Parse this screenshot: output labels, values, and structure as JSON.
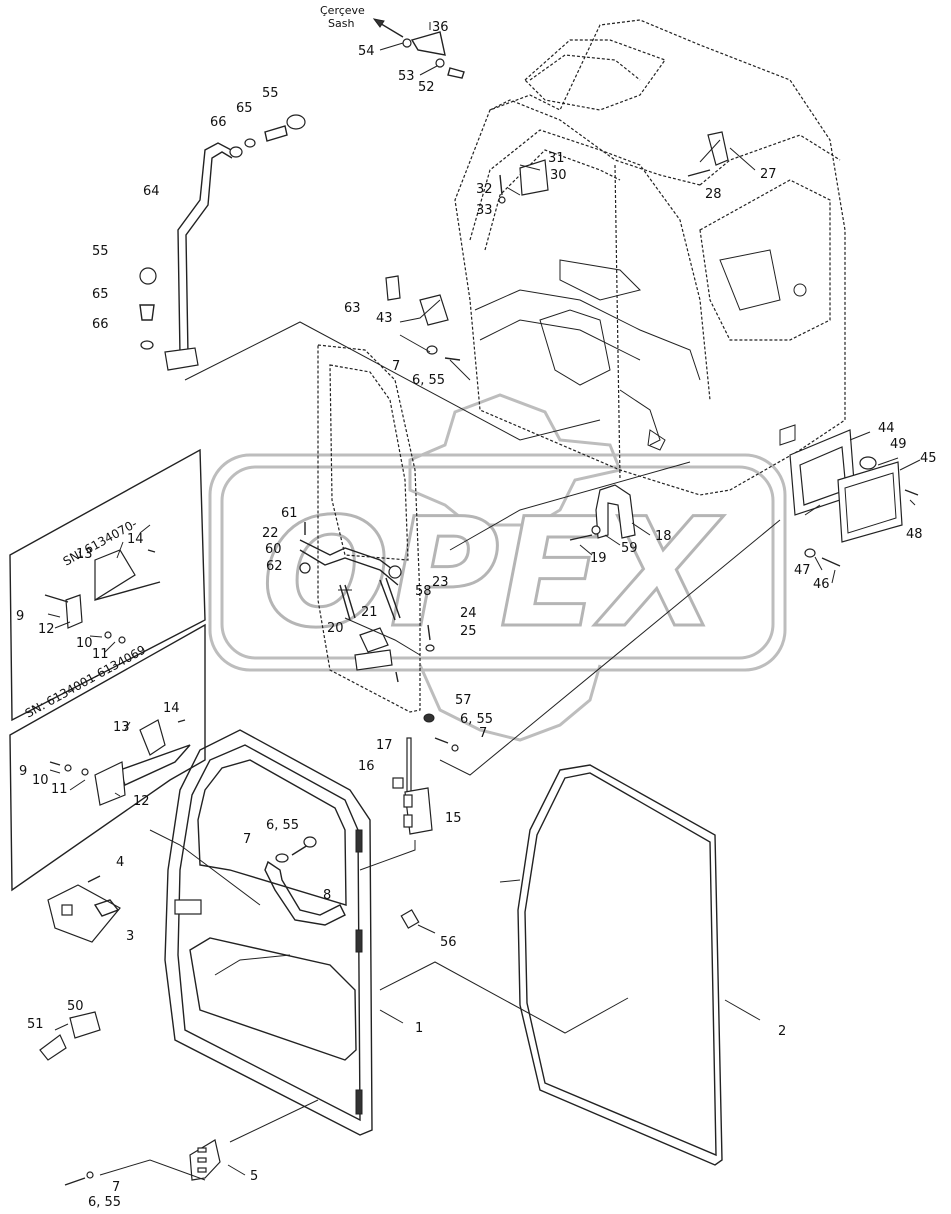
{
  "watermark": {
    "text": "OPEX"
  },
  "caption": {
    "line1": "Çerçeve",
    "line2": "Sash"
  },
  "serial_boxes": [
    {
      "text": "SN: 6134070-"
    },
    {
      "text": "SN: 6134001-6134069"
    }
  ],
  "callouts": [
    "36",
    "54",
    "53",
    "52",
    "55",
    "65",
    "66",
    "64",
    "55",
    "65",
    "66",
    "31",
    "30",
    "32",
    "33",
    "28",
    "27",
    "63",
    "43",
    "7",
    "6, 55",
    "44",
    "49",
    "45",
    "48",
    "61",
    "22",
    "60",
    "62",
    "58",
    "23",
    "21",
    "19",
    "59",
    "18",
    "47",
    "46",
    "24",
    "25",
    "20",
    "14",
    "13",
    "9",
    "12",
    "10",
    "11",
    "14",
    "13",
    "9",
    "10",
    "11",
    "12",
    "57",
    "6, 55",
    "7",
    "17",
    "16",
    "15",
    "7",
    "6, 55",
    "8",
    "4",
    "3",
    "56",
    "50",
    "51",
    "1",
    "2",
    "5",
    "7",
    "6, 55"
  ]
}
